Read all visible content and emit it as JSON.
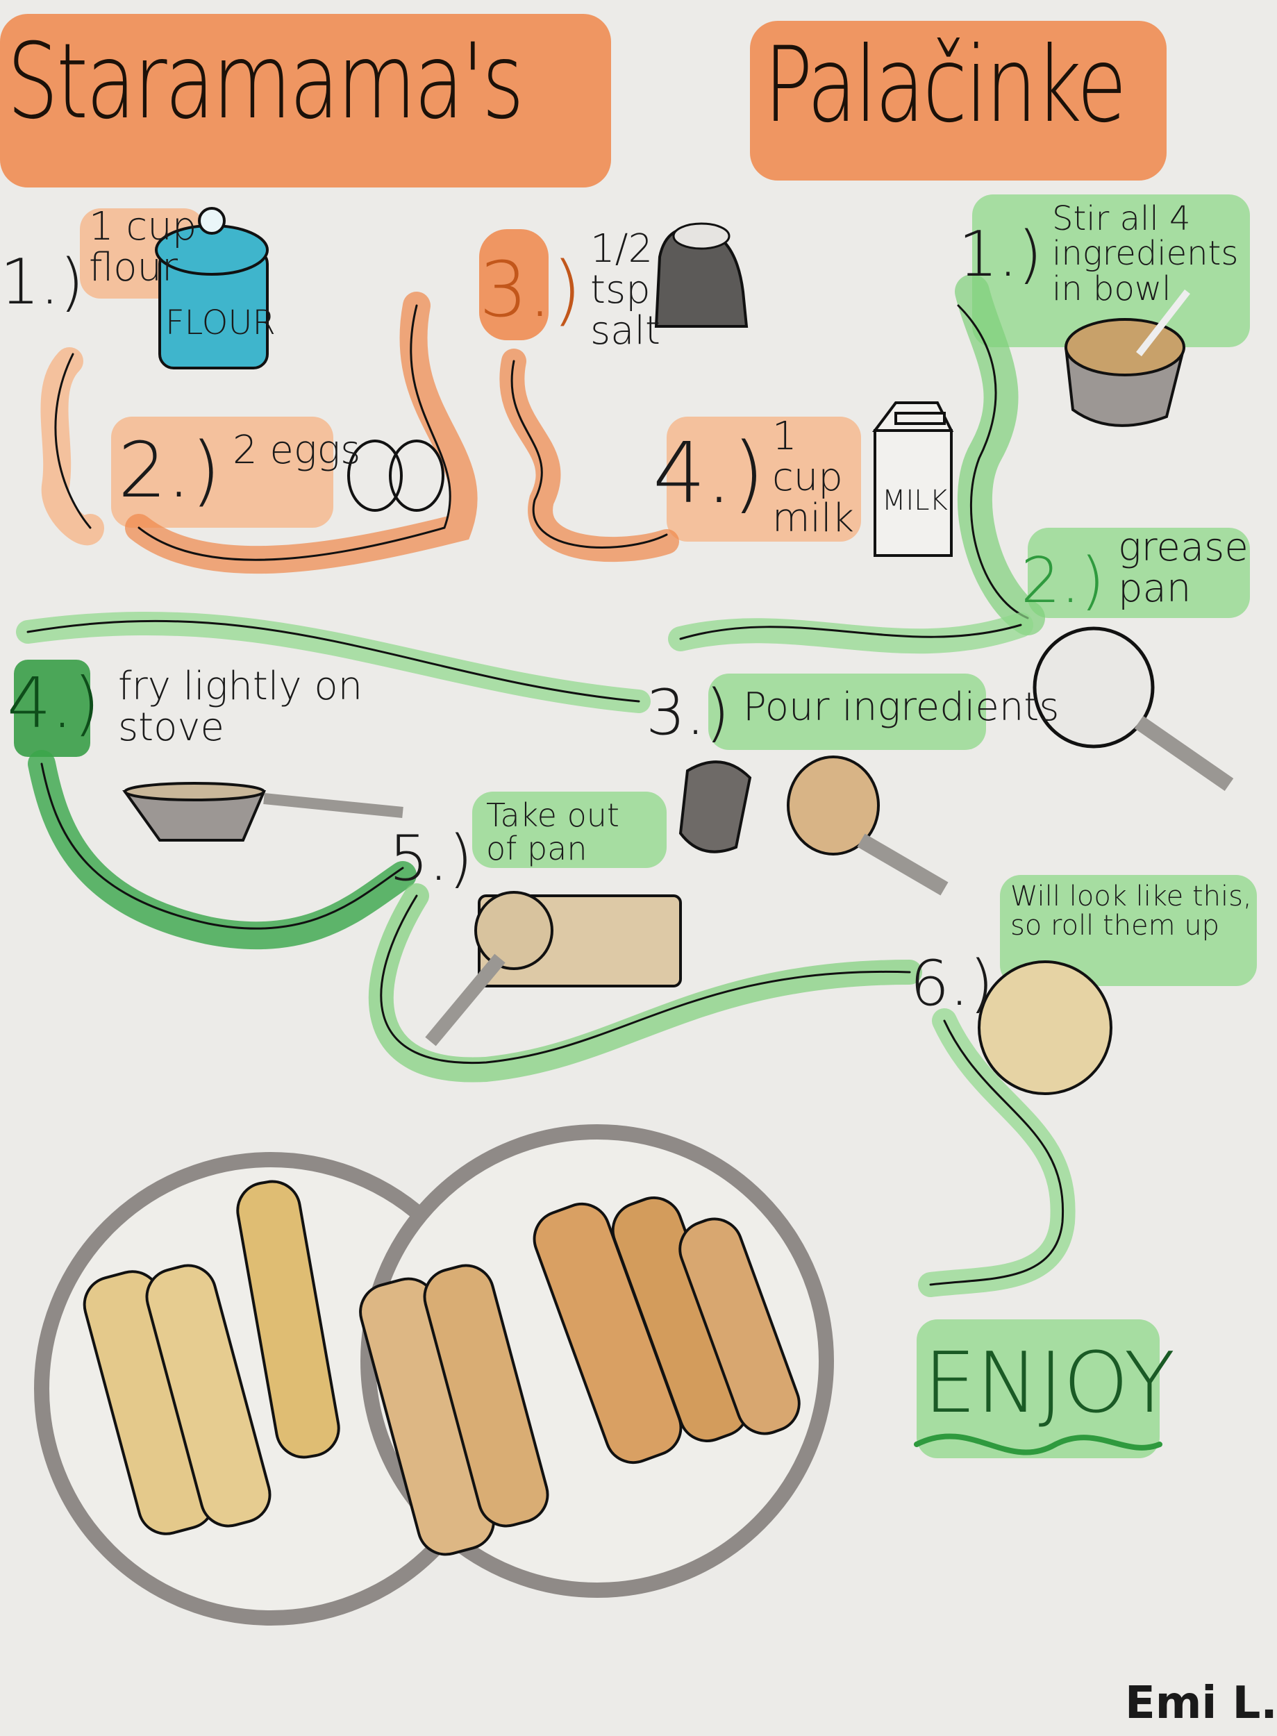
{
  "title": {
    "word1": "Staramama's",
    "word2": "Palačinke"
  },
  "ingredients": [
    {
      "number": "1.)",
      "text": "1 cup flour",
      "jar_label": "FLOUR"
    },
    {
      "number": "2.)",
      "text": "2 eggs"
    },
    {
      "number": "3.)",
      "text": "1/2 tsp salt"
    },
    {
      "number": "4.)",
      "text": "1 cup milk",
      "carton_label": "MILK"
    }
  ],
  "steps": [
    {
      "number": "1.)",
      "text": "Stir all 4 ingredients in bowl"
    },
    {
      "number": "2.)",
      "text": "grease pan"
    },
    {
      "number": "3.)",
      "text": "Pour ingredients"
    },
    {
      "number": "4.)",
      "text": "fry lightly on stove"
    },
    {
      "number": "5.)",
      "text": "Take out of pan"
    },
    {
      "number": "6.)",
      "text": "Will look like this, so roll them up"
    }
  ],
  "closing": "ENJOY",
  "signature": "Emi L.",
  "colors": {
    "orange": "#f0874a",
    "light_orange": "#f6b689",
    "green": "#8fd88a",
    "dark_green": "#2f9a3e",
    "paper": "#ecebe8"
  }
}
